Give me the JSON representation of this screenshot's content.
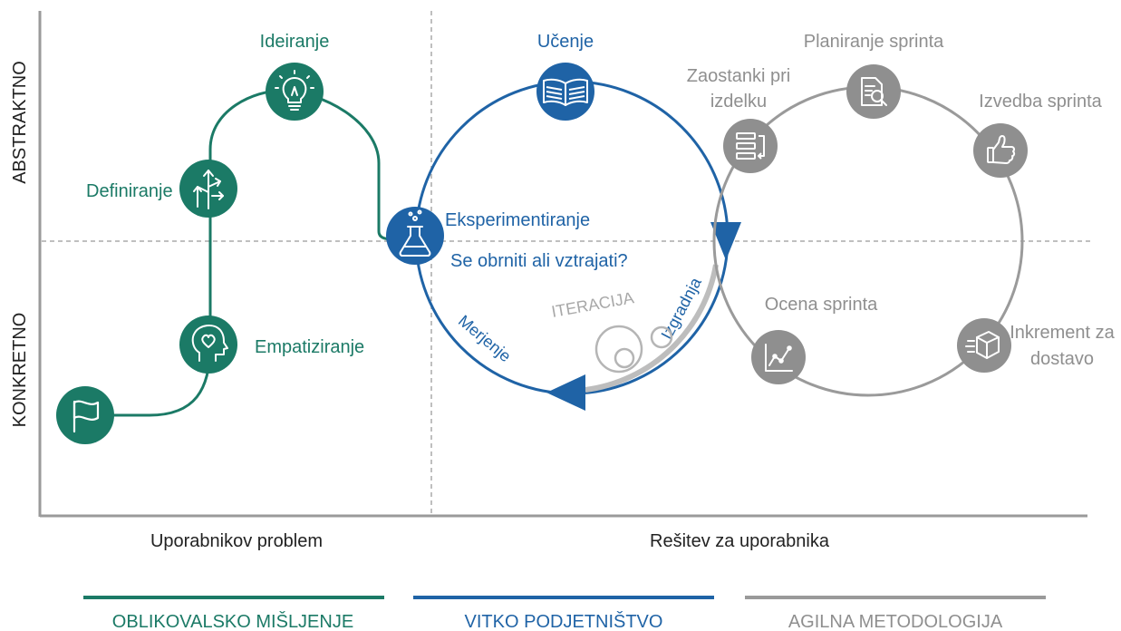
{
  "axes": {
    "y_top": "ABSTRAKTNO",
    "y_bottom": "KONKRETNO",
    "x_left": "Uporabnikov problem",
    "x_right": "Rešitev za uporabnika"
  },
  "design_thinking": {
    "title": "OBLIKOVALSKO MIŠLJENJE",
    "color": "#1b7a66",
    "steps": {
      "empathize": "Empatiziranje",
      "define": "Definiranje",
      "ideate": "Ideiranje",
      "experiment": "Eksperimentiranje"
    },
    "icons": [
      "flag-icon",
      "head-heart-icon",
      "direction-arrows-icon",
      "lightbulb-icon",
      "flask-icon"
    ]
  },
  "lean_startup": {
    "title": "VITKO PODJETNIŠTVO",
    "color": "#1f63a6",
    "learn": "Učenje",
    "pivot_question": "Se obrniti ali vztrajati?",
    "build": "Izgradnja",
    "measure": "Merjenje",
    "iteration": "ITERACIJA",
    "icons": [
      "book-icon"
    ]
  },
  "agile": {
    "title": "AGILNA METODOLOGIJA",
    "color": "#8f8f8f",
    "product_backlog_1": "Zaostanki pri",
    "product_backlog_2": "izdelku",
    "sprint_planning": "Planiranje sprinta",
    "sprint_execution": "Izvedba sprinta",
    "sprint_review": "Ocena sprinta",
    "increment_1": "Inkrement za",
    "increment_2": "dostavo",
    "icons": [
      "backlog-list-icon",
      "document-search-icon",
      "thumbs-up-icon",
      "chart-icon",
      "package-icon"
    ]
  }
}
